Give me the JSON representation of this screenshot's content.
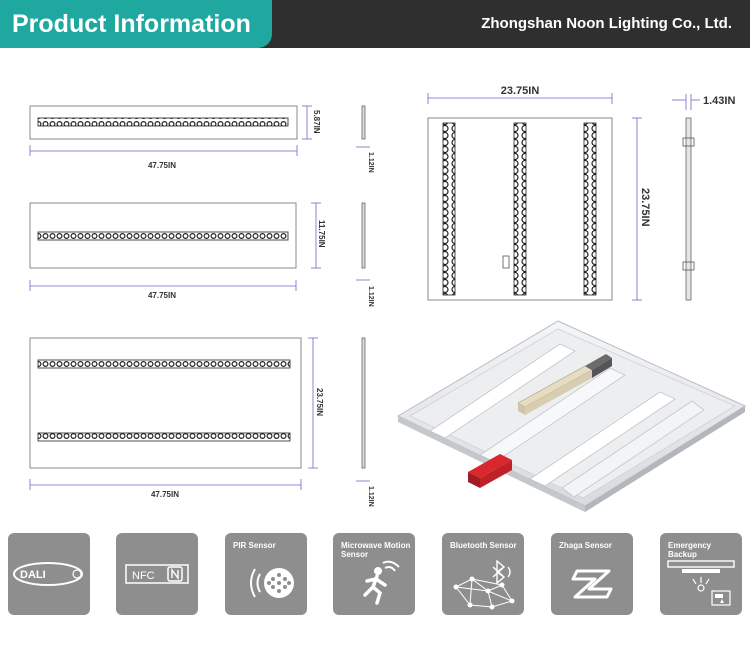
{
  "header": {
    "title": "Product Information",
    "company": "Zhongshan Noon Lighting Co., Ltd."
  },
  "drawings": {
    "panel_1x4": {
      "width_label": "47.75IN",
      "height_label": "5.87IN",
      "side_label": "1.12IN"
    },
    "panel_1x4_wide": {
      "width_label": "47.75IN",
      "height_label": "11.75IN",
      "side_label": "1.12IN"
    },
    "panel_2x4": {
      "width_label": "47.75IN",
      "height_label": "23.75IN",
      "side_label": "1.12IN"
    },
    "panel_2x2": {
      "width_label": "23.75IN",
      "height_label": "23.75IN",
      "side_label": "1.43IN"
    }
  },
  "features": [
    {
      "label": "",
      "icon": "dali-icon",
      "text": "DALI"
    },
    {
      "label": "",
      "icon": "nfc-icon",
      "text": "NFC"
    },
    {
      "label": "PIR Sensor",
      "icon": "pir-sensor-icon",
      "text": ""
    },
    {
      "label": "Microwave Motion Sensor",
      "icon": "microwave-sensor-icon",
      "text": ""
    },
    {
      "label": "Bluetooth Sensor",
      "icon": "bluetooth-mesh-icon",
      "text": ""
    },
    {
      "label": "Zhaga  Sensor",
      "icon": "zhaga-icon",
      "text": ""
    },
    {
      "label": "Emergency Backup",
      "icon": "emergency-backup-icon",
      "text": ""
    }
  ],
  "colors": {
    "accent": "#1fa8a0",
    "header_bg": "#2f2f2f",
    "tile_bg": "#8e8e8e",
    "dim_line": "#6a6acc"
  }
}
